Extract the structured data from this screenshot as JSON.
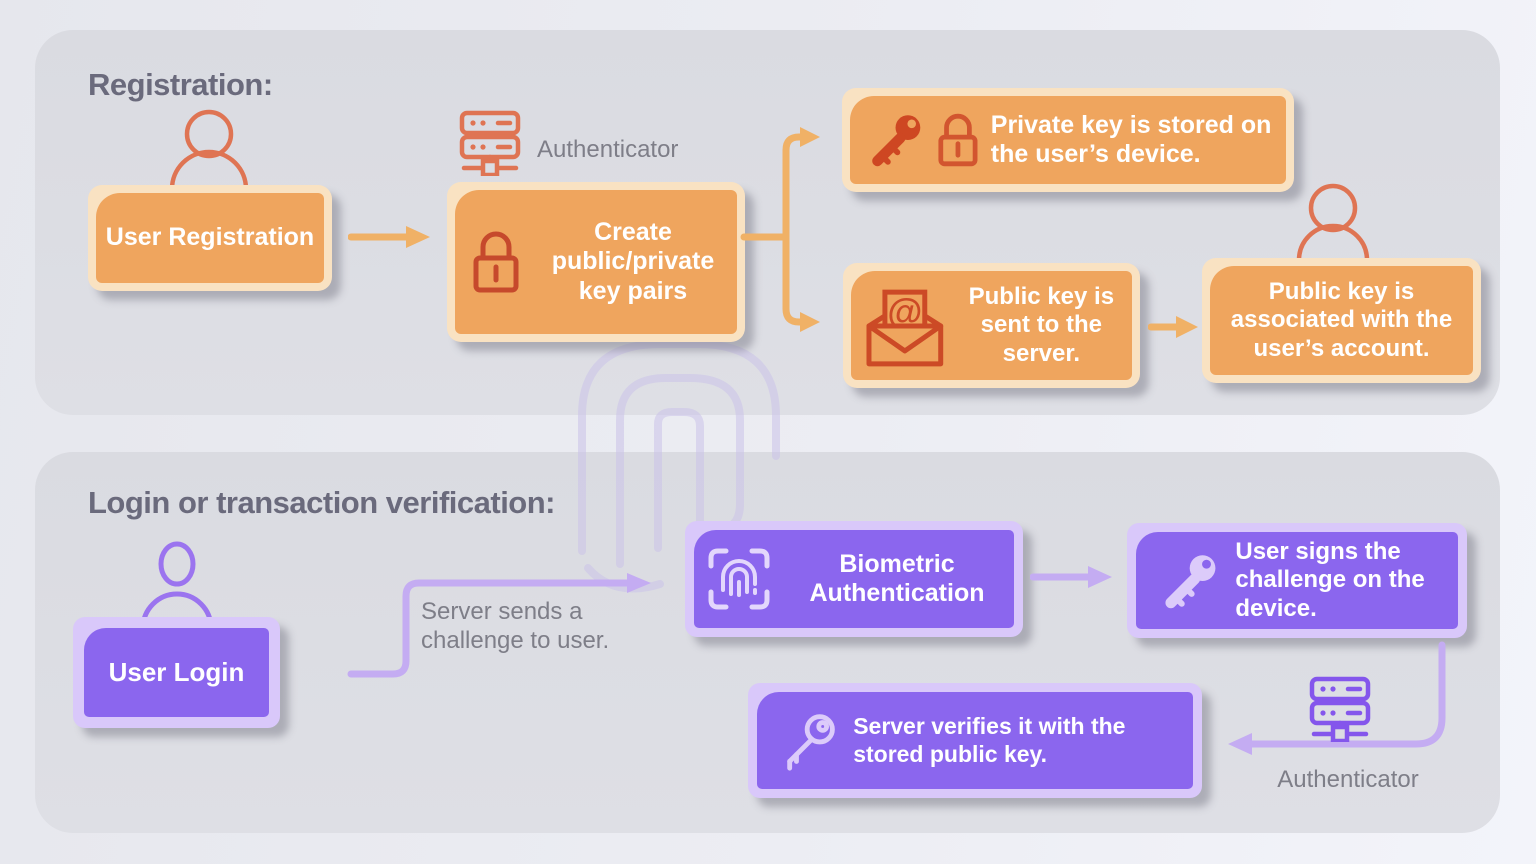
{
  "diagram": {
    "registration": {
      "title": "Registration:",
      "user_registration_box": "User Registration",
      "authenticator_label": "Authenticator",
      "create_keys_box": "Create public/private key pairs",
      "private_key_stored_box": "Private key is stored on the user’s device.",
      "public_key_sent_box": "Public key is sent to the server.",
      "public_key_associated_box": "Public key is associated with the user’s account."
    },
    "login": {
      "title": "Login or transaction verification:",
      "user_login_box": "User Login",
      "server_challenge_label": "Server sends a challenge to user.",
      "biometric_box": "Biometric Authentication",
      "user_signs_box": "User signs the challenge on the device.",
      "server_verifies_box": "Server verifies it with the stored public key.",
      "authenticator_label": "Authenticator"
    },
    "icons": {
      "user-icon": "person outline (head circle + shoulders arc)",
      "server-icon": "authenticator server rack",
      "lock-icon": "padlock outline",
      "key-icon": "solid key",
      "key-outline-icon": "outlined key",
      "envelope-at-icon": "open envelope with @ sheet",
      "fingerprint-scan-icon": "fingerprint in scan brackets",
      "fingerprint-watermark": "large faint fingerprint"
    },
    "colors": {
      "registration_fill": "#EFA55E",
      "registration_border": "#F9E2C2",
      "registration_icon": "#CC4A26",
      "registration_arrow": "#F0B166",
      "login_fill": "#8B66EE",
      "login_border": "#D9C8FA",
      "login_arrow": "#C4ACF2",
      "panel_fill": "#DCDDE3",
      "title_text": "#6A6A7C",
      "label_text": "#7E7E88"
    }
  }
}
